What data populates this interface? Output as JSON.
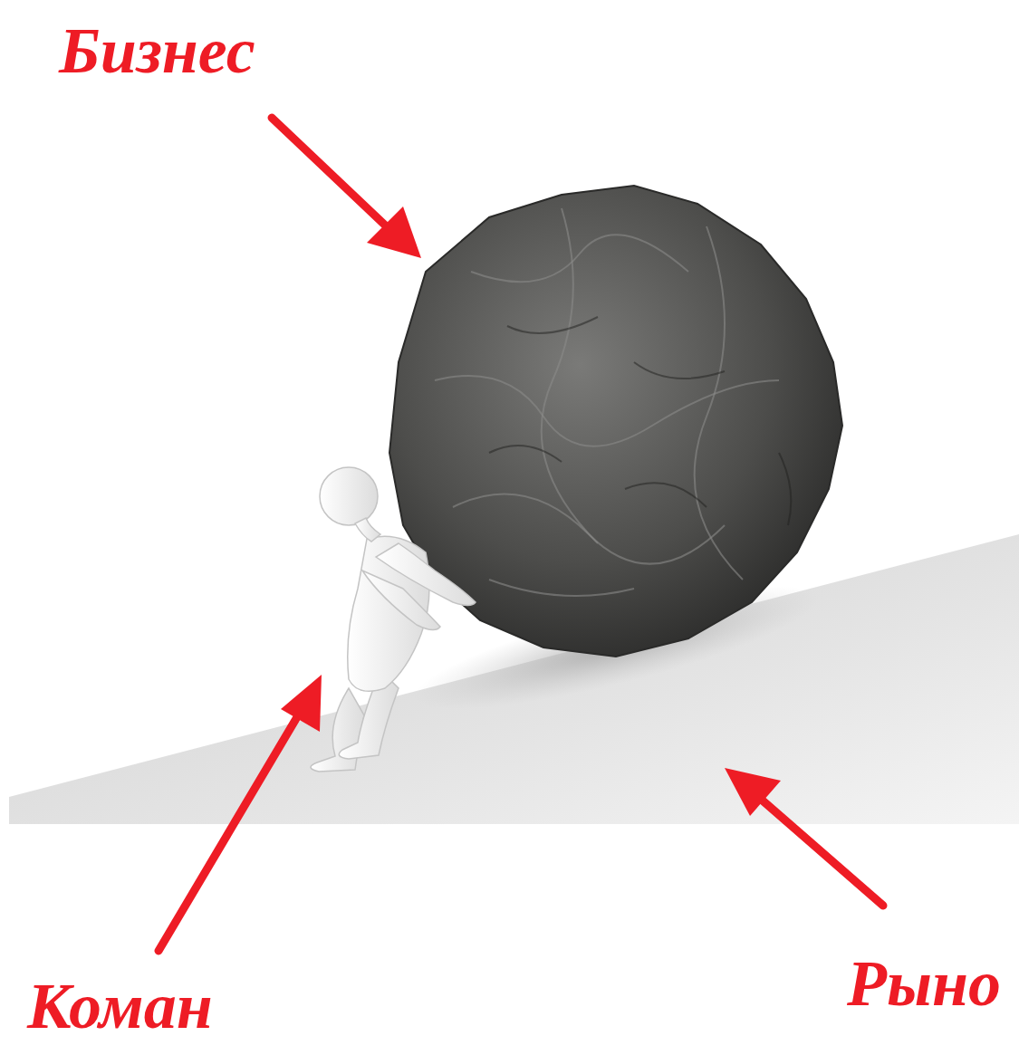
{
  "diagram": {
    "labels": [
      "Бизнес",
      "Коман",
      "Рыно"
    ]
  }
}
